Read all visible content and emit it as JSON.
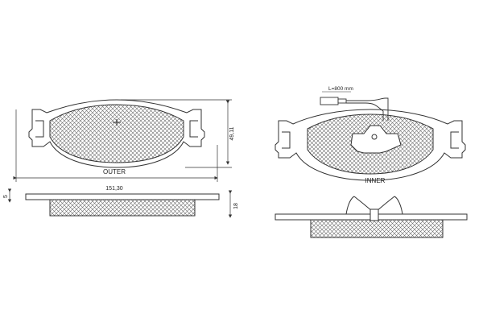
{
  "labels": {
    "outer": "OUTER",
    "inner": "INNER",
    "width": "151,30",
    "height": "49,11",
    "thickness": "18",
    "backing": "5",
    "wire_length": "L=800 mm"
  },
  "colors": {
    "line": "#333333",
    "hatch": "#555555",
    "background": "#ffffff"
  }
}
